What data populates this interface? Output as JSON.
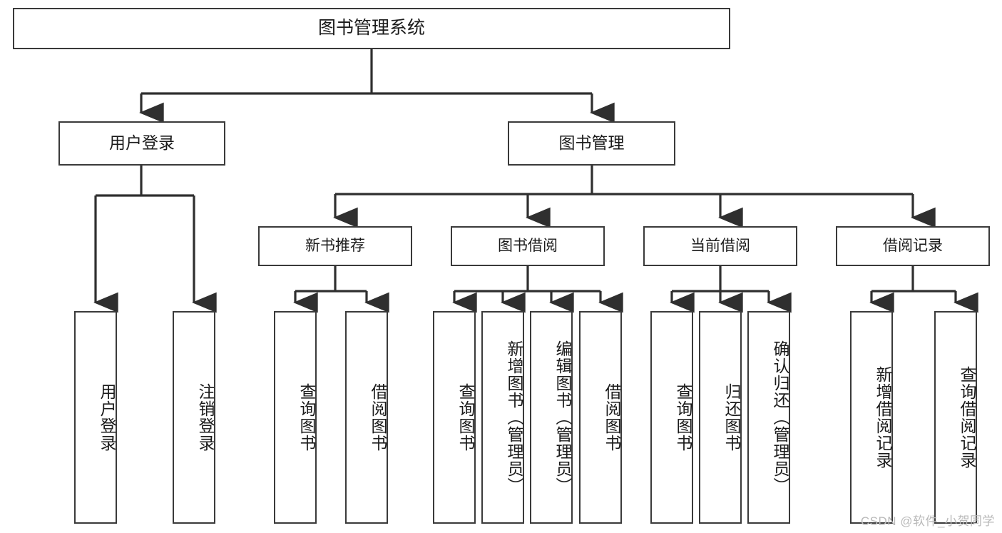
{
  "diagram": {
    "title": "图书管理系统",
    "type": "hierarchy-tree",
    "root": {
      "label": "图书管理系统"
    },
    "level1": [
      {
        "label": "用户登录"
      },
      {
        "label": "图书管理"
      }
    ],
    "level2": [
      {
        "label": "新书推荐"
      },
      {
        "label": "图书借阅"
      },
      {
        "label": "当前借阅"
      },
      {
        "label": "借阅记录"
      }
    ],
    "leaves": {
      "user_login": [
        {
          "label": "用户登录"
        },
        {
          "label": "注销登录"
        }
      ],
      "new_book_recommend": [
        {
          "label": "查询图书"
        },
        {
          "label": "借阅图书"
        }
      ],
      "book_borrow": [
        {
          "label": "查询图书"
        },
        {
          "label": "新增图书（管理员）"
        },
        {
          "label": "编辑图书（管理员）"
        },
        {
          "label": "借阅图书"
        }
      ],
      "current_borrow": [
        {
          "label": "查询图书"
        },
        {
          "label": "归还图书"
        },
        {
          "label": "确认归还（管理员）"
        }
      ],
      "borrow_record": [
        {
          "label": "新增借阅记录"
        },
        {
          "label": "查询借阅记录"
        }
      ]
    },
    "watermark": "CSDN @软件_小贺同学",
    "colors": {
      "stroke": "#3a3a3a",
      "fill": "#ffffff",
      "text": "#1b1b1b",
      "watermark": "#b9b9b9"
    }
  }
}
